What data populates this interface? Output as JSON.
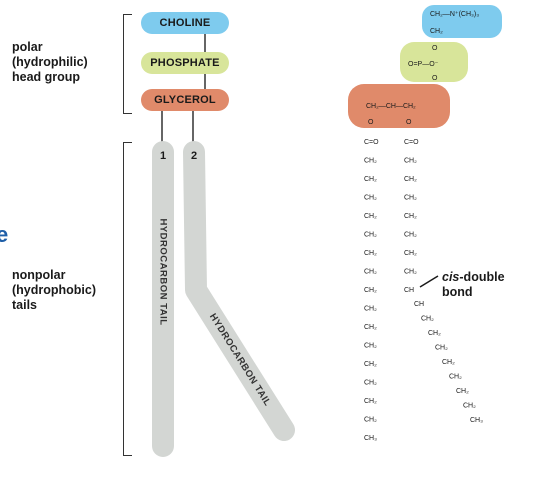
{
  "labels": {
    "head_group": "polar\n(hydrophilic)\nhead group",
    "tails": "nonpolar\n(hydrophobic)\ntails"
  },
  "head": {
    "choline": "CHOLINE",
    "phosphate": "PHOSPHATE",
    "glycerol": "GLYCEROL"
  },
  "tails": {
    "tail1_number": "1",
    "tail2_number": "2",
    "tail1_text": "HYDROCARBON TAIL",
    "tail2_text": "HYDROCARBON TAIL"
  },
  "chem": {
    "choline_top": "CH₂—N⁺(CH₃)₃",
    "choline_ch2": "CH₂",
    "o": "O",
    "p_row": "O=P—O⁻",
    "glycerol_row": "CH₂—CH—CH₂",
    "carbonyl": "C=O",
    "ch2": "CH₂",
    "ch": "CH",
    "ch3": "CH₃"
  },
  "callout": {
    "cis": "cis",
    "rest": "-double",
    "bond": "bond"
  },
  "edge_glyph": "e",
  "colors": {
    "choline": "#7ecbee",
    "phosphate": "#d8e59a",
    "glycerol": "#e08a6a",
    "tail": "#d3d6d3"
  }
}
